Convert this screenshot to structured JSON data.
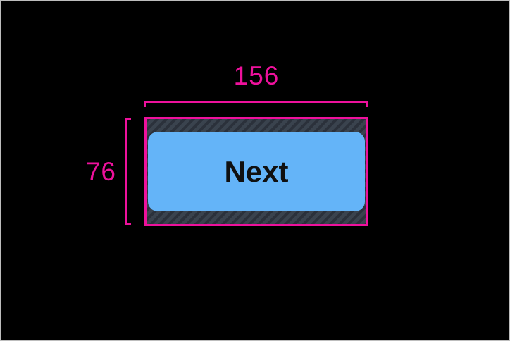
{
  "annotations": {
    "width": {
      "label": "156"
    },
    "height": {
      "label": "76"
    }
  },
  "widget": {
    "button_label": "Next"
  },
  "theme": {
    "accent": "#EE119C",
    "button-fill": "#64B4F8",
    "button-text": "#101010",
    "padding-fill": "#3A434E",
    "padding-stripe": "#2B313B",
    "frame-border": "#BDBDBD",
    "background": "#000000"
  }
}
